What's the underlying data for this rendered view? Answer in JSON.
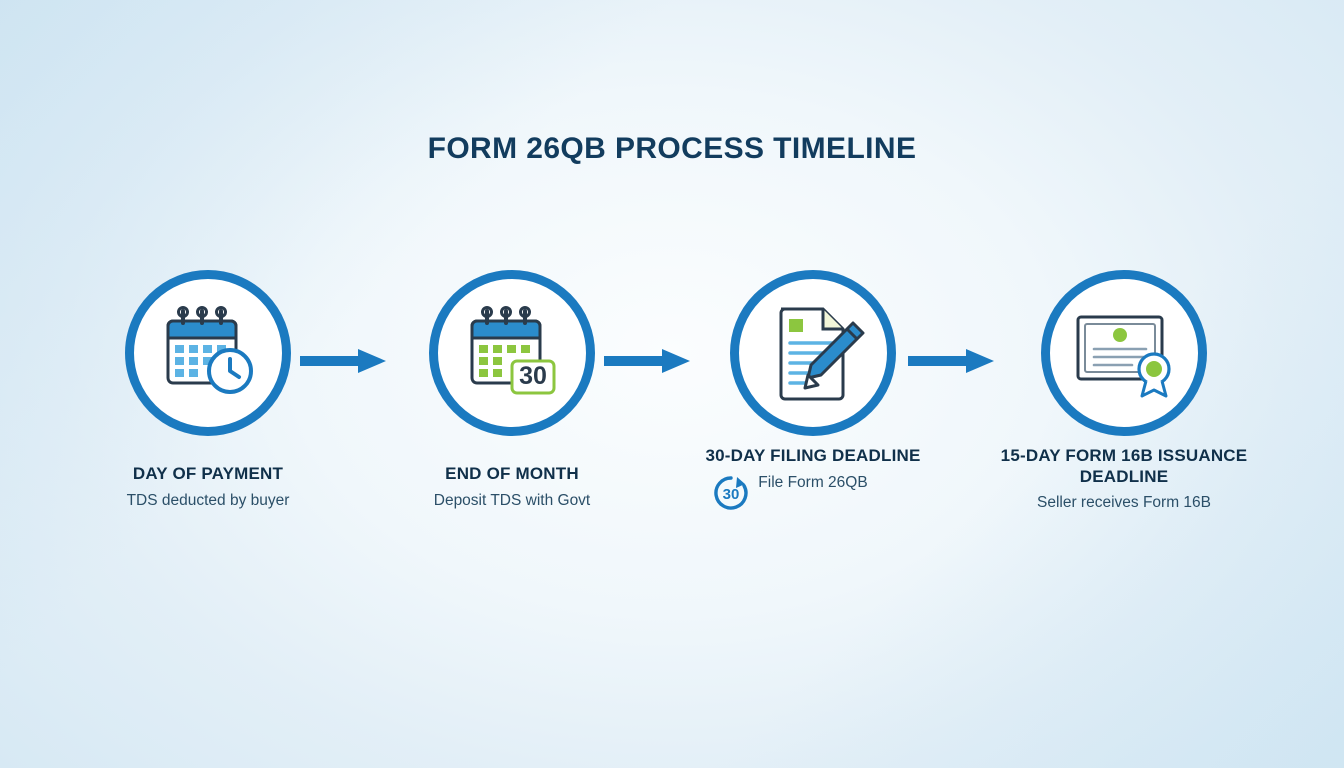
{
  "page": {
    "title": "FORM 26QB PROCESS TIMELINE",
    "accent_blue": "#1b7ac0",
    "accent_green": "#8cc63f",
    "text_dark": "#10304a",
    "background": "#e3eff7"
  },
  "steps": [
    {
      "icon": "calendar-clock-icon",
      "label": "DAY OF PAYMENT",
      "desc": "TDS deducted by buyer"
    },
    {
      "icon": "calendar-30-icon",
      "label": "END OF MONTH",
      "desc": "Deposit TDS with Govt",
      "icon_badge": "30"
    },
    {
      "icon": "document-pen-icon",
      "label": "30-DAY FILING DEADLINE",
      "desc": "File Form 26QB",
      "badge": "30"
    },
    {
      "icon": "certificate-ribbon-icon",
      "label": "15-DAY FORM 16B ISSUANCE DEADLINE",
      "desc": "Seller receives Form 16B"
    }
  ],
  "connectors": [
    {
      "name": "arrow-right-icon"
    },
    {
      "name": "arrow-right-icon"
    },
    {
      "name": "arrow-right-icon"
    }
  ]
}
